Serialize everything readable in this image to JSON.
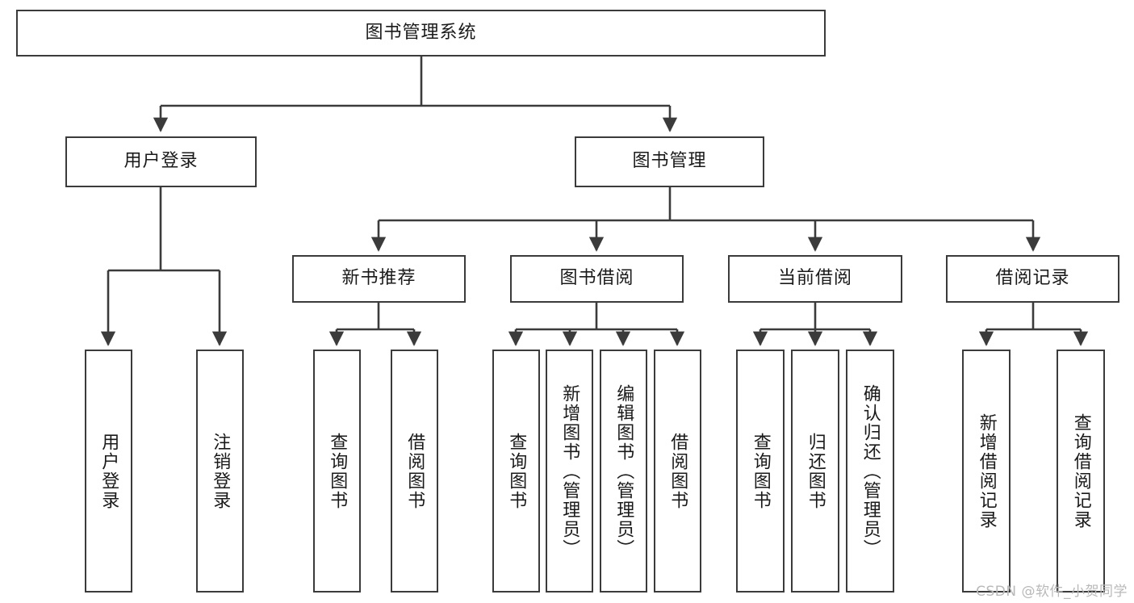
{
  "diagram": {
    "type": "tree-hierarchy",
    "title": "图书管理系统",
    "watermark": "CSDN @软件_小贺同学",
    "colors": {
      "stroke": "#3b3b3b",
      "fill": "#ffffff",
      "text": "#1a1a1a",
      "watermark": "#b9b9b9"
    },
    "levels": {
      "root": {
        "label": "图书管理系统"
      },
      "level2": [
        {
          "id": "user-login",
          "label": "用户登录"
        },
        {
          "id": "book-manage",
          "label": "图书管理"
        }
      ],
      "level3": [
        {
          "id": "new-book-recommend",
          "label": "新书推荐",
          "parent": "book-manage"
        },
        {
          "id": "book-borrow",
          "label": "图书借阅",
          "parent": "book-manage"
        },
        {
          "id": "current-borrow",
          "label": "当前借阅",
          "parent": "book-manage"
        },
        {
          "id": "borrow-record",
          "label": "借阅记录",
          "parent": "book-manage"
        }
      ],
      "leaves": [
        {
          "id": "leaf-user-login",
          "label": "用户登录",
          "parent": "user-login"
        },
        {
          "id": "leaf-logout",
          "label": "注销登录",
          "parent": "user-login"
        },
        {
          "id": "leaf-query-book-1",
          "label": "查询图书",
          "parent": "new-book-recommend"
        },
        {
          "id": "leaf-borrow-book-1",
          "label": "借阅图书",
          "parent": "new-book-recommend"
        },
        {
          "id": "leaf-query-book-2",
          "label": "查询图书",
          "parent": "book-borrow"
        },
        {
          "id": "leaf-add-book",
          "label": "新增图书（管理员）",
          "parent": "book-borrow"
        },
        {
          "id": "leaf-edit-book",
          "label": "编辑图书（管理员）",
          "parent": "book-borrow"
        },
        {
          "id": "leaf-borrow-book-2",
          "label": "借阅图书",
          "parent": "book-borrow"
        },
        {
          "id": "leaf-query-book-3",
          "label": "查询图书",
          "parent": "current-borrow"
        },
        {
          "id": "leaf-return-book",
          "label": "归还图书",
          "parent": "current-borrow"
        },
        {
          "id": "leaf-confirm-return",
          "label": "确认归还（管理员）",
          "parent": "current-borrow"
        },
        {
          "id": "leaf-add-record",
          "label": "新增借阅记录",
          "parent": "borrow-record"
        },
        {
          "id": "leaf-query-record",
          "label": "查询借阅记录",
          "parent": "borrow-record"
        }
      ]
    }
  }
}
